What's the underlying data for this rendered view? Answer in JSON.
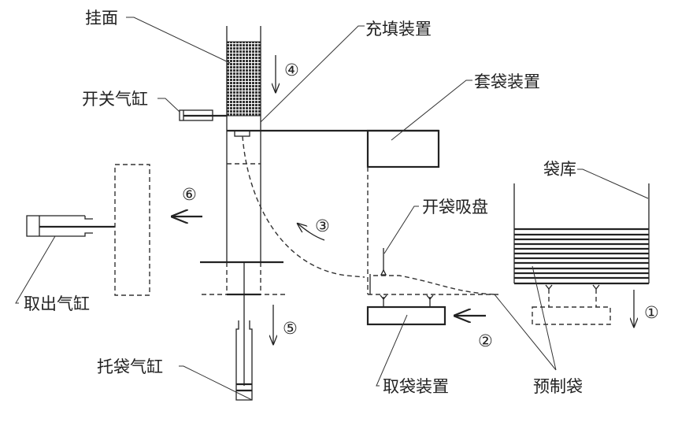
{
  "labels": {
    "noodles": "挂面",
    "filling_device": "充填装置",
    "bagging_device": "套袋装置",
    "switch_cylinder": "开关气缸",
    "bag_storage": "袋库",
    "bag_opening_suction": "开袋吸盘",
    "takeout_cylinder": "取出气缸",
    "bag_holding_cylinder": "托袋气缸",
    "bag_taking_device": "取袋装置",
    "premade_bag": "预制袋"
  },
  "steps": [
    "①",
    "②",
    "③",
    "④",
    "⑤",
    "⑥"
  ]
}
